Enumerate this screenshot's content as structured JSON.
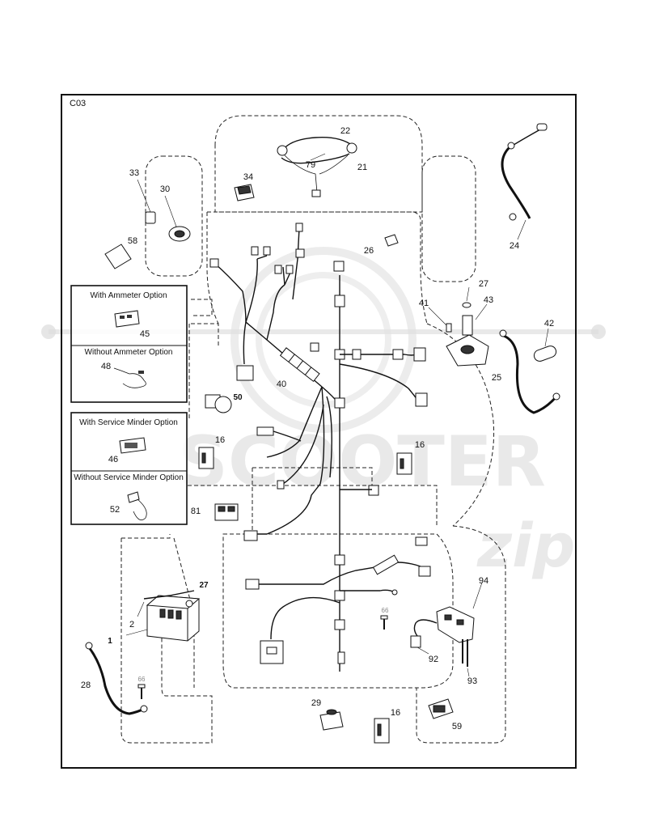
{
  "diagram_code": "C03",
  "options": {
    "ammeter": {
      "with_label": "With Ammeter Option",
      "with_part": "45",
      "without_label": "Without Ammeter Option",
      "without_part": "48"
    },
    "service_minder": {
      "with_label": "With Service Minder Option",
      "with_part": "46",
      "without_label": "Without Service Minder Option",
      "without_part": "52"
    }
  },
  "callouts": {
    "p22": "22",
    "p79": "79",
    "p21": "21",
    "p34": "34",
    "p33": "33",
    "p30": "30",
    "p58": "58",
    "p24": "24",
    "p26": "26",
    "p27a": "27",
    "p41": "41",
    "p43": "43",
    "p42": "42",
    "p25": "25",
    "p40": "40",
    "p50": "50",
    "p16a": "16",
    "p16b": "16",
    "p81": "81",
    "p27b": "27",
    "p2": "2",
    "p1": "1",
    "p28": "28",
    "p66a": "66",
    "p66b": "66",
    "p94": "94",
    "p92": "92",
    "p93": "93",
    "p29": "29",
    "p16c": "16",
    "p59": "59"
  },
  "watermark": {
    "main": "SCOOTER",
    "sub": "zip"
  }
}
